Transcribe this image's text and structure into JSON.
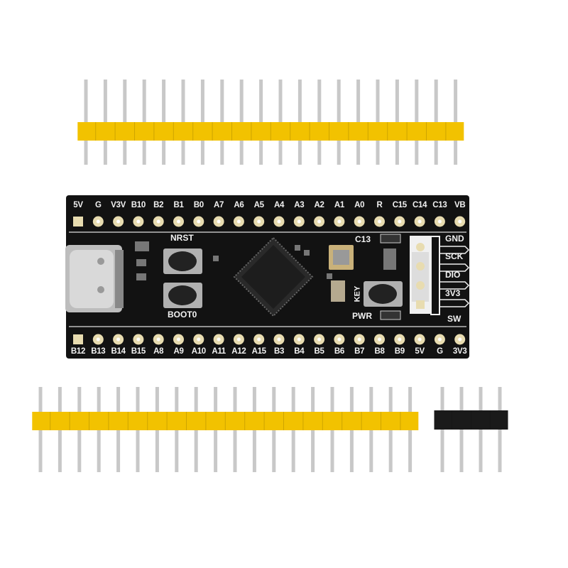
{
  "board": {
    "top_pin_labels": [
      "5V",
      "G",
      "V3V",
      "B10",
      "B2",
      "B1",
      "B0",
      "A7",
      "A6",
      "A5",
      "A4",
      "A3",
      "A2",
      "A1",
      "A0",
      "R",
      "C15",
      "C14",
      "C13",
      "VB"
    ],
    "bottom_pin_labels": [
      "B12",
      "B13",
      "B14",
      "B15",
      "A8",
      "A9",
      "A10",
      "A11",
      "A12",
      "A15",
      "B3",
      "B4",
      "B5",
      "B6",
      "B7",
      "B8",
      "B9",
      "5V",
      "G",
      "3V3"
    ],
    "swd_labels": [
      "GND",
      "SCK",
      "DIO",
      "3V3",
      "SW"
    ],
    "button_labels": {
      "reset": "NRST",
      "boot": "BOOT0",
      "user": "KEY"
    },
    "led_labels": {
      "user": "C13",
      "power": "PWR"
    }
  },
  "headers": {
    "long_header_pins": 20,
    "short_header_pins": 4,
    "long_header_color": "#f2c200",
    "short_header_color": "#1a1a1a"
  },
  "colors": {
    "pcb": "#111111",
    "pad": "#e8dcb0",
    "pin": "#c8c8c8"
  }
}
